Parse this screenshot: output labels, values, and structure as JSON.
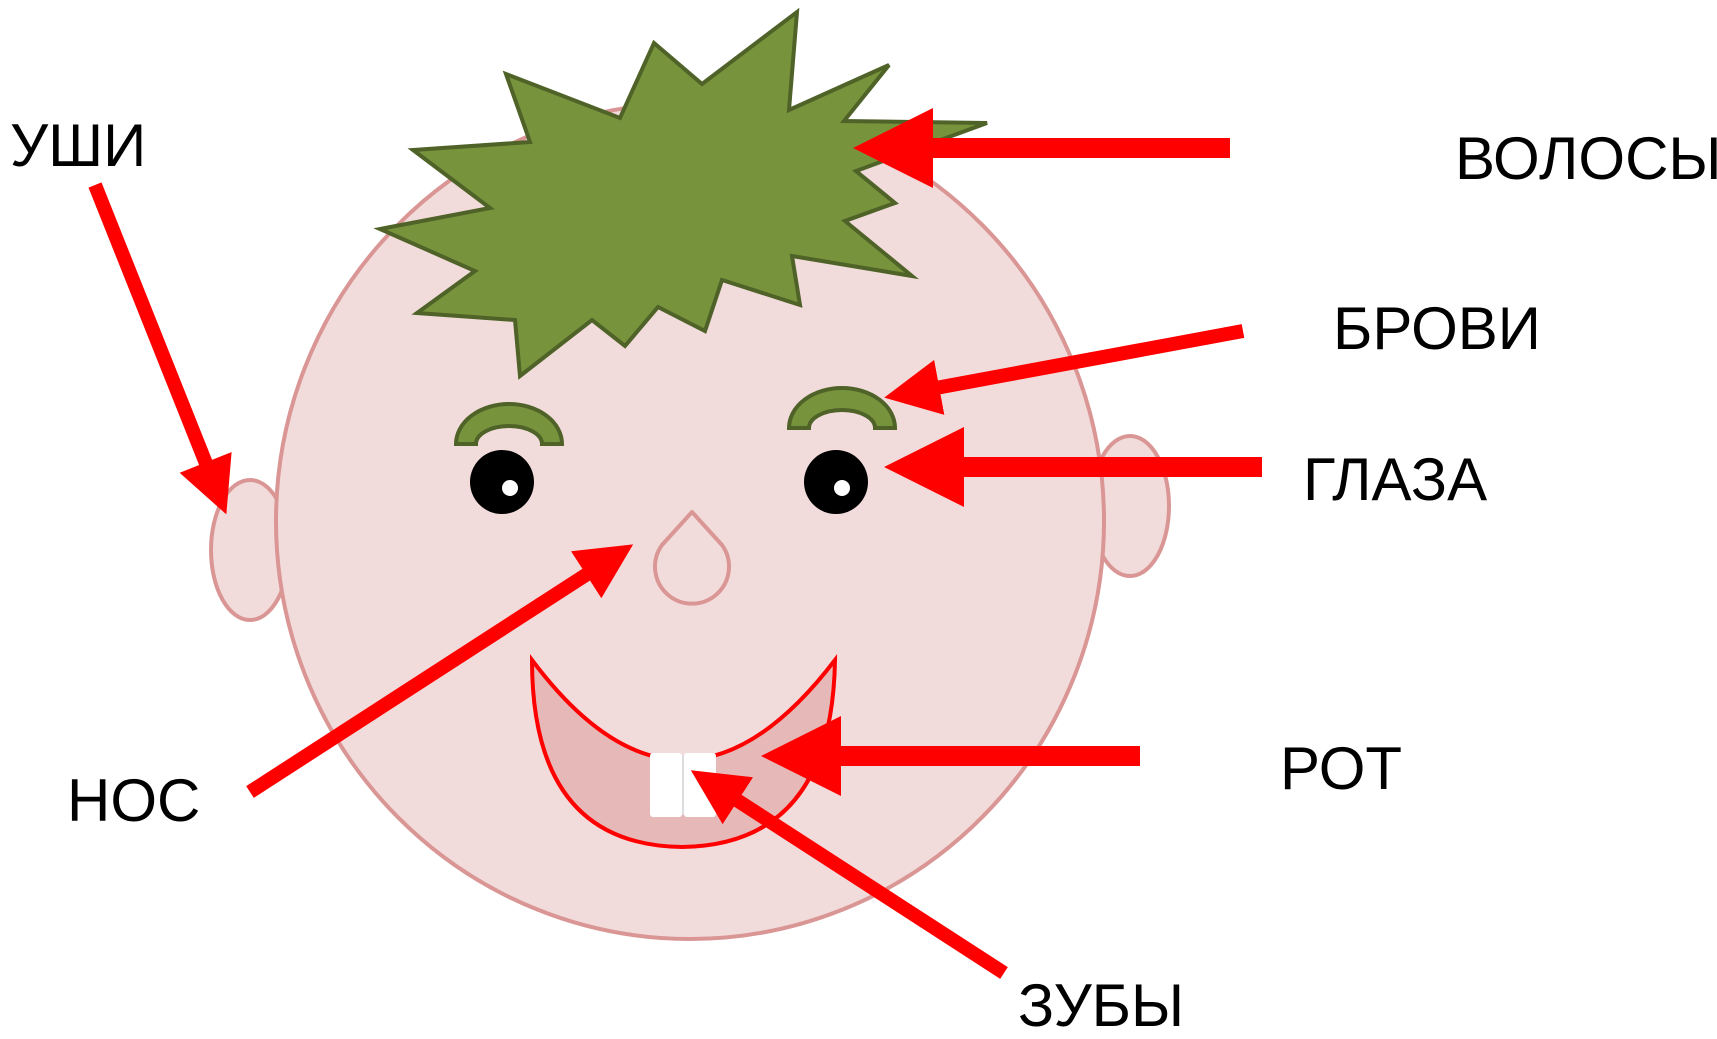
{
  "labels": {
    "ears": "УШИ",
    "hair": "ВОЛОСЫ",
    "brows": "БРОВИ",
    "eyes": "ГЛАЗА",
    "nose": "НОС",
    "mouth": "РОТ",
    "teeth": "ЗУБЫ"
  },
  "colors": {
    "face_fill": "#f2dcdb",
    "face_stroke": "#d99694",
    "hair_fill": "#77933c",
    "hair_stroke": "#4f6228",
    "mouth_fill": "#e6b9b8",
    "mouth_stroke": "#ff0000",
    "arrow": "#ff0000",
    "eye": "#000000",
    "pupil": "#ffffff",
    "tooth": "#ffffff"
  }
}
